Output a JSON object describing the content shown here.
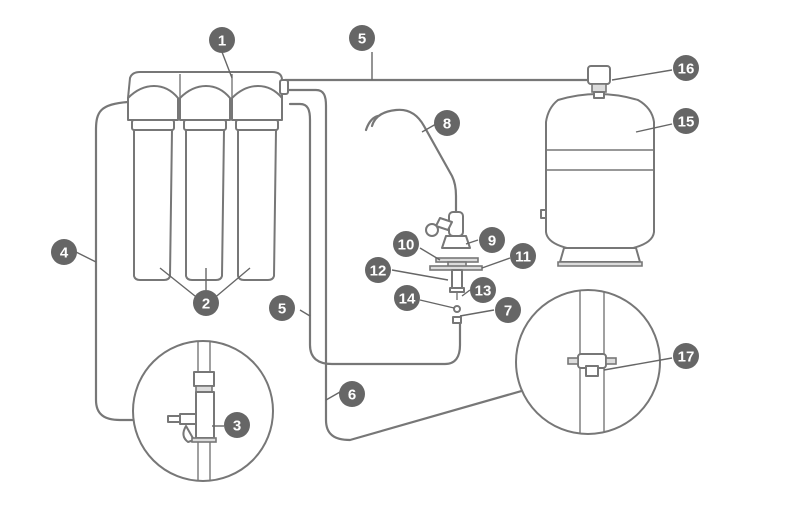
{
  "callouts": [
    {
      "id": "1",
      "label": "1"
    },
    {
      "id": "2",
      "label": "2"
    },
    {
      "id": "3",
      "label": "3"
    },
    {
      "id": "4",
      "label": "4"
    },
    {
      "id": "5a",
      "label": "5"
    },
    {
      "id": "5b",
      "label": "5"
    },
    {
      "id": "6",
      "label": "6"
    },
    {
      "id": "7",
      "label": "7"
    },
    {
      "id": "8",
      "label": "8"
    },
    {
      "id": "9",
      "label": "9"
    },
    {
      "id": "10",
      "label": "10"
    },
    {
      "id": "11",
      "label": "11"
    },
    {
      "id": "12",
      "label": "12"
    },
    {
      "id": "13",
      "label": "13"
    },
    {
      "id": "14",
      "label": "14"
    },
    {
      "id": "15",
      "label": "15"
    },
    {
      "id": "16",
      "label": "16"
    },
    {
      "id": "17",
      "label": "17"
    }
  ],
  "colors": {
    "line": "#777777",
    "badge": "#666666",
    "badge_text": "#ffffff"
  }
}
